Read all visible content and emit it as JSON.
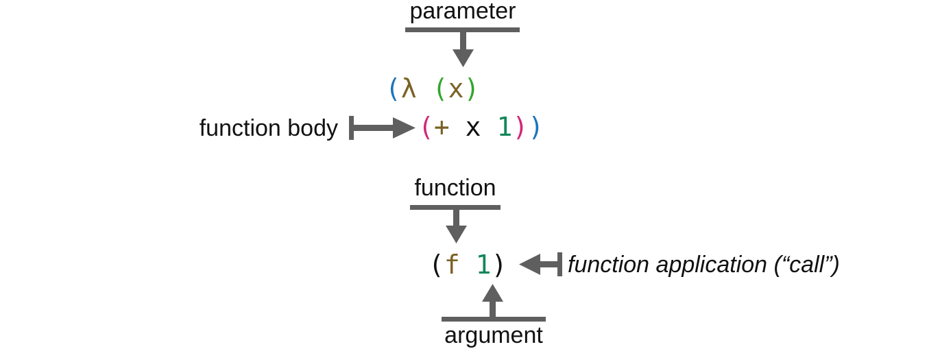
{
  "lambda_expr": {
    "open_outer": "(",
    "lambda": "λ",
    "open_params": "(",
    "param": "x",
    "close_params": ")",
    "open_body": "(",
    "op": "+",
    "var": "x",
    "num": "1",
    "close_body": ")",
    "close_outer": ")"
  },
  "call_expr": {
    "open": "(",
    "fn": "f",
    "arg": "1",
    "close": ")"
  },
  "labels": {
    "parameter": "parameter",
    "function_body": "function body",
    "function": "function",
    "argument": "argument",
    "function_application": "function application (“call”)"
  },
  "colors": {
    "outer_paren": "#1b76b8",
    "param_paren": "#33a52b",
    "body_paren": "#d0287a",
    "symbol": "#7a6223",
    "number": "#13865a",
    "plain": "#111111",
    "arrow": "#5f5f5f"
  }
}
